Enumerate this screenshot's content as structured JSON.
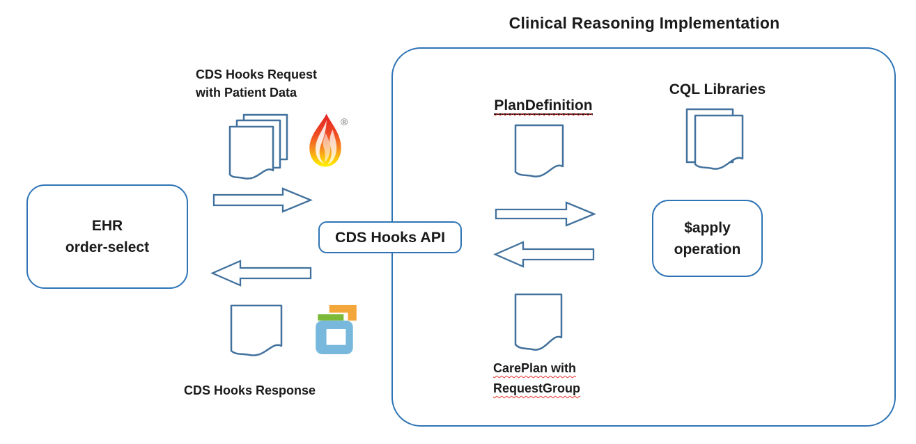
{
  "title": "Clinical Reasoning Implementation",
  "registered_mark": "®",
  "nodes": {
    "ehr": {
      "line1": "EHR",
      "line2": "order-select"
    },
    "api": {
      "label": "CDS Hooks API"
    },
    "apply": {
      "line1": "$apply",
      "line2": "operation"
    }
  },
  "labels": {
    "request_line1": "CDS Hooks Request",
    "request_line2": "with Patient Data",
    "response": "CDS Hooks Response",
    "plan_definition": "PlanDefinition",
    "cql_libraries": "CQL Libraries",
    "careplan_line1": "CarePlan with",
    "careplan_line2": "RequestGroup"
  },
  "icons": {
    "fhir_flame": "FHIR flame logo",
    "cds_hooks_logo": "CDS Hooks logo",
    "request_documents": "stack of three documents",
    "response_document": "single document",
    "plan_definition_document": "single document",
    "cql_documents": "stack of two documents",
    "careplan_document": "single document"
  },
  "colors": {
    "node_border": "#2E74B5",
    "shape_outline": "#41719C",
    "text": "#1A1A1A",
    "squiggle_red": "#E5342F",
    "flame_red": "#E31E25",
    "flame_orange": "#F68B1F",
    "flame_yellow": "#FFF200",
    "hooks_orange": "#F3A73B",
    "hooks_green": "#7CB939",
    "hooks_blue": "#77B8DC"
  }
}
